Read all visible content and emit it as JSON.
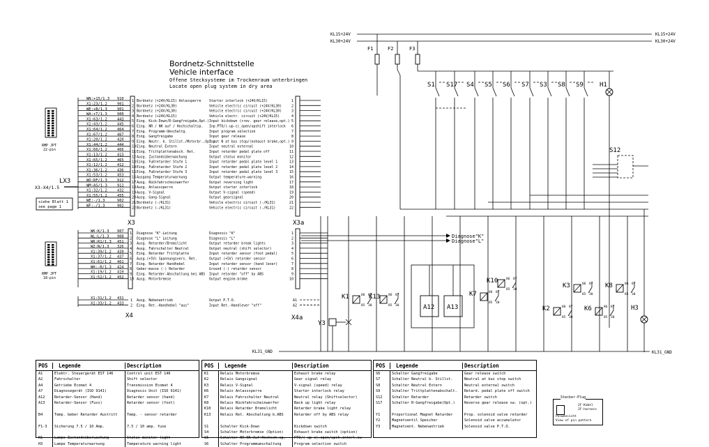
{
  "title": {
    "de": "Bordnetz-Schnittstelle",
    "en": "Vehicle interface",
    "note_de": "Offene Stecksysteme im Trockenraum unterbringen",
    "note_en": "Locate open plug system in dry area"
  },
  "power": {
    "kl15_left": "KL15+24V",
    "kl30_left": "KL30+24V",
    "kl15_right": "KL15+24V",
    "kl30_right": "KL30+24V",
    "gnd_left": "KL31_GND",
    "gnd_right": "KL31_GND"
  },
  "fuses": [
    "F1",
    "F2",
    "F3"
  ],
  "switches": [
    "S1",
    "S17",
    "S4",
    "S5",
    "S6",
    "S7",
    "S3",
    "S8",
    "S9"
  ],
  "lamps": {
    "h1": "H1",
    "h3": "H3"
  },
  "s12": "S12",
  "connectors": {
    "lx3": "LX3",
    "x3_plug": "X3-X4/1.5",
    "x3": "X3",
    "x3a": "X3a",
    "x4": "X4",
    "x4a": "X4a",
    "page_ref_1": "siehe Blatt 1",
    "page_ref_2": "see page 1",
    "rmp22": "RMP JPT",
    "rmp22b": "22-pin",
    "rmp18": "RMP JPT",
    "rmp18b": "18-pin"
  },
  "x3_rows": [
    {
      "wire": "WN:+15/1.3",
      "no": "910",
      "de": "Bordnetz (+24V/KL15) Anlassperre",
      "en": "Starter interlock (+24V/KL15)"
    },
    {
      "wire": "X1:23/1.2",
      "no": "901",
      "de": "Bordnetz (+24V/KL30)",
      "en": "Vehicle electric circuit (+24V/KL30)"
    },
    {
      "wire": "WE:+B/1.3",
      "no": "901",
      "de": "Bordnetz (+24V/KL30)",
      "en": "Vehicle electric circuit (+24V/KL30)"
    },
    {
      "wire": "WA:+T/1.3",
      "no": "900",
      "de": "Bordnetz (+24V/KL15)",
      "en": "Vehicle electr. circuit (+24V/KL15)"
    },
    {
      "wire": "X1:63/1.2",
      "no": "443",
      "de": "Eing. Kick-Down/R-Gangfreigabe,Opt.)",
      "en": "Input kickdown (+rev. gear release,opt.)"
    },
    {
      "wire": "X1:43/1.2",
      "no": "445",
      "de": "Eing. NR / NK auf / Hochschaltsp.",
      "en": "Inp.PTO/(-up-c)_open/upshift interlock"
    },
    {
      "wire": "X1:64/1.2",
      "no": "464",
      "de": "Eing. Programm-Umschaltg.",
      "en": "Input program selection"
    },
    {
      "wire": "X1:67/1.2",
      "no": "467",
      "de": "Eing. Gangfreigabe",
      "en": "Input gear release"
    },
    {
      "wire": "X1:20/1.2",
      "no": "420",
      "de": "Eing. Neutr. b. Stillst./Motorbr.,Opt.)",
      "en": "Input N at bus stop/(exhaust brake,opt.)"
    },
    {
      "wire": "X1:44/1.2",
      "no": "444",
      "de": "Eing. Neutral Extern",
      "en": "Input neutral external"
    },
    {
      "wire": "X1:66/1.2",
      "no": "466",
      "de": "Eing. Trittplattenabsch. Ret.",
      "en": "Input retarder pedal plate off"
    },
    {
      "wire": "X1:13/1.2",
      "no": "413",
      "de": "Ausg. Zustandsüberwachung",
      "en": "Output status monitor"
    },
    {
      "wire": "X1:65/1.2",
      "no": "465",
      "de": "Eing. Fußretarder Stufe 1",
      "en": "Input retarder pedal plate level 1"
    },
    {
      "wire": "X1:12/1.2",
      "no": "412",
      "de": "Eing. Fußretarder Stufe 2",
      "en": "Input retarder pedal plate level 2"
    },
    {
      "wire": "X1:36/1.2",
      "no": "436",
      "de": "Eing. Fußretarder Stufe 3",
      "en": "Input retarder pedal plate level 3"
    },
    {
      "wire": "X1:53/1.2",
      "no": "453",
      "de": "Ausgang Temperaturwarnung",
      "en": "Output temperature-warning"
    },
    {
      "wire": "WO:RF/1.3",
      "no": "912",
      "de": "Ausg. Rückfahrscheinwerfer",
      "en": "Output reversing light"
    },
    {
      "wire": "WM:AS/1.3",
      "no": "911",
      "de": "Ausg. Anlasssperre",
      "en": "Output starter interlock"
    },
    {
      "wire": "X1:32/1.2",
      "no": "432",
      "de": "Ausg. V-Signal",
      "en": "Output V-signal (speed)"
    },
    {
      "wire": "X1:55/1.2",
      "no": "455",
      "de": "Ausg. Gang-Signal",
      "en": "Output gearsignal"
    },
    {
      "wire": "WE:-/1.3",
      "no": "902",
      "de": "Bordnetz (-/KL31)",
      "en": "Vehicle electric circuit (-/KL31)"
    },
    {
      "wire": "WF:-/1.3",
      "no": "902",
      "de": "Bordnetz (-/KL31)",
      "en": "Vehicle electric circuit (-/KL31)"
    }
  ],
  "x4_rows": [
    {
      "wire": "WK:K/1.3",
      "no": "907",
      "de": "Diagnose \"K\"-Leitung",
      "en": "Diagnosis \"K\""
    },
    {
      "wire": "WL:L/1.3",
      "no": "908",
      "de": "Diagnose \"L\" Leitung",
      "en": "Diagnosis \"L\""
    },
    {
      "wire": "WR:R1/1.3",
      "no": "451",
      "de": "Ausg. Retarder/Bremslicht",
      "en": "Output retarder break lights"
    },
    {
      "wire": "WZ:N/1.3",
      "no": "326",
      "de": "Ausg. Fahrschalter Neutral",
      "en": "Output neutral (shift selector)"
    },
    {
      "wire": "X1:39/1.2",
      "no": "439",
      "de": "Eing. Retarder Trittplatte",
      "en": "Input retarder sensor (foot pedal)"
    },
    {
      "wire": "X1:37/1.2",
      "no": "437",
      "de": "Ausg.(+5V) Spannungsvers. Ret.",
      "en": "Output (+5V) retarder sensor"
    },
    {
      "wire": "X1:61/1.2",
      "no": "461",
      "de": "Eing. Retarder Handhebel",
      "en": "Input retarder sensor (hand lever)"
    },
    {
      "wire": "WH:-R/1.3",
      "no": "424",
      "de": "Geber-masse (-) Retarder",
      "en": "Ground (-) retarder sensor"
    },
    {
      "wire": "X1:19/1.2",
      "no": "419",
      "de": "Eing. Retarder-Abschaltung bei ABS",
      "en": "Input retarder \"off\" by ABS"
    },
    {
      "wire": "X1:52/1.2",
      "no": "452",
      "de": "Ausg. Motorbremse",
      "en": "Output engine-brake"
    }
  ],
  "x4_extra": [
    {
      "wire": "X1:31/1.2",
      "no": "431",
      "de": "Ausg. Nebenantrieb",
      "en": "Output P.T.O.",
      "pin": "A1"
    },
    {
      "wire": "X1:33/1.2",
      "no": "433",
      "de": "Eing. Ret.-Handhebel \"aus\"",
      "en": "Input Ret.-Handlever \"off\"",
      "pin": "A2"
    }
  ],
  "diagnose": {
    "k": "Diagnose\"K\"",
    "l": "Diagnose\"L\""
  },
  "relays": [
    "K1",
    "K13",
    "A12",
    "A13",
    "K7",
    "K10",
    "K2",
    "K3",
    "K6",
    "K8",
    "Y3"
  ],
  "relay_pins": {
    "p86": "86",
    "p87": "87",
    "p85": "85",
    "p30": "30"
  },
  "legend_headers": {
    "pos": "POS",
    "de": "Legende",
    "en": "Description"
  },
  "legend1": [
    [
      "A1",
      "Elektr. Steuergerät EST 146",
      "Control unit EST 146"
    ],
    [
      "A2",
      "Fahrschalter",
      "Shift selector"
    ],
    [
      "A4",
      "Getriebe Ecomat 4",
      "Transmission Ecomat 4"
    ],
    [
      "A7",
      "Diagnosegerät (ISO 9141)",
      "Diagnosis Unit (ISO 9141)"
    ],
    [
      "A12",
      "Retarder-Sensor (Hand)",
      "Retarder sensor (hand)"
    ],
    [
      "A13",
      "Retarder-Sensor (Fuss)",
      "Retarder sensor (foot)"
    ],
    [
      "",
      "",
      ""
    ],
    [
      "B4",
      "Temp. Geber Retarder Austritt",
      "Temp. - sensor retarder"
    ],
    [
      "",
      "",
      ""
    ],
    [
      "F1-3",
      "Sicherung 7.5 / 10 Amp.",
      "7.5 / 10 amp. fuse"
    ],
    [
      "",
      "",
      ""
    ],
    [
      "H1",
      "Lampe Zustandsüberwachung",
      "Status monitor light"
    ],
    [
      "H3",
      "Lampe Temperaturwarnung",
      "Temperature warning light"
    ]
  ],
  "legend2": [
    [
      "K1",
      "Relais Motorbremse",
      "Exhaust brake relay"
    ],
    [
      "K2",
      "Relais Gangsignal",
      "Gear signal relay"
    ],
    [
      "K3",
      "Relais V-Signal",
      "V-signal (speed) relay"
    ],
    [
      "K6",
      "Relais Anlasssperre",
      "Starter interlock relay"
    ],
    [
      "K7",
      "Relais Fahrschalter Neutral",
      "Neutral relay (Shiftselector)"
    ],
    [
      "K8",
      "Relais Rückfahrscheinwerfer",
      "Back up light relay"
    ],
    [
      "K10",
      "Relais Retarder Bremslicht",
      "Retarder brake light relay"
    ],
    [
      "K13",
      "Relais Ret. Abschaltung b.ABS",
      "Retarder off by ABS relay"
    ],
    [
      "",
      "",
      ""
    ],
    [
      "S1",
      "Schalter Kick-Down",
      "Kickdown switch"
    ],
    [
      "S4",
      "Schalter Motorbremse (Option)",
      "Exhaust brake switch (option)"
    ],
    [
      "S5",
      "Schalter NR+NK+Auf+Hochsch.sp.",
      "PTO/(-up-c).open/upsh.interl.sw"
    ],
    [
      "S6",
      "Schalter Programmumschaltung",
      "Program selection switch"
    ]
  ],
  "legend3": [
    [
      "S6",
      "Schalter Gangfreigabe",
      "Gear release switch"
    ],
    [
      "S7",
      "Schalter Neutral b. Stillst.",
      "Neutral at bus stop switch"
    ],
    [
      "S8",
      "Schalter Neutral Extern",
      "Neutral external switch"
    ],
    [
      "S9",
      "Schalter Trittplattenabschalt.",
      "Retard. pedal plate off switch"
    ],
    [
      "S12",
      "Schalter Retarder",
      "Retarder switch"
    ],
    [
      "S17",
      "Schalter R-Gangfreigabe(Opt.)",
      "Reverse gear release sw. (opt.)"
    ],
    [
      "",
      "",
      ""
    ],
    [
      "Y1",
      "Proportional Magnet Retarder",
      "Prop. solenoid valve retarder"
    ],
    [
      "Y2",
      "Magnetventil Speicher",
      "Solenoid valve accumulator"
    ],
    [
      "Y3",
      "Magnetvent. Nebenantrieb",
      "Solenoid valve P.T.O."
    ]
  ],
  "plug_view": {
    "title": "Stecker-Plug",
    "a": "2F-Kabel",
    "b": "2F-harness",
    "c": "Pol&Ansicht",
    "d": "View of pin pattern"
  }
}
